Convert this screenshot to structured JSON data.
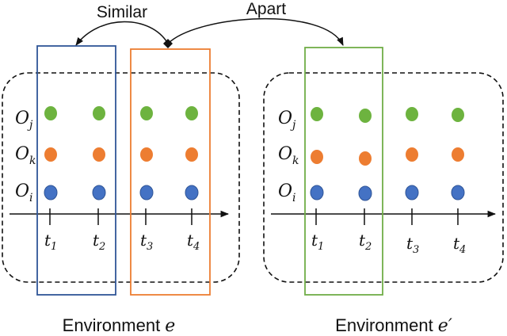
{
  "arrows": {
    "similar": "Similar",
    "apart": "Apart"
  },
  "objects": [
    {
      "base": "O",
      "sub": "j",
      "color": "#6db33f"
    },
    {
      "base": "O",
      "sub": "k",
      "color": "#ed7d31"
    },
    {
      "base": "O",
      "sub": "i",
      "color": "#4472c4"
    }
  ],
  "ticks": [
    {
      "base": "t",
      "sub": "1"
    },
    {
      "base": "t",
      "sub": "2"
    },
    {
      "base": "t",
      "sub": "3"
    },
    {
      "base": "t",
      "sub": "4"
    }
  ],
  "environments": [
    {
      "caption": "Environment ",
      "symbol": "e"
    },
    {
      "caption": "Environment ",
      "symbol": "e′"
    }
  ],
  "colors": {
    "window_blue": "#2f5597",
    "window_orange": "#ed7d31",
    "window_green": "#70ad47",
    "dot_green": "#6db33f",
    "dot_orange": "#ed7d31",
    "dot_blue": "#4472c4"
  }
}
